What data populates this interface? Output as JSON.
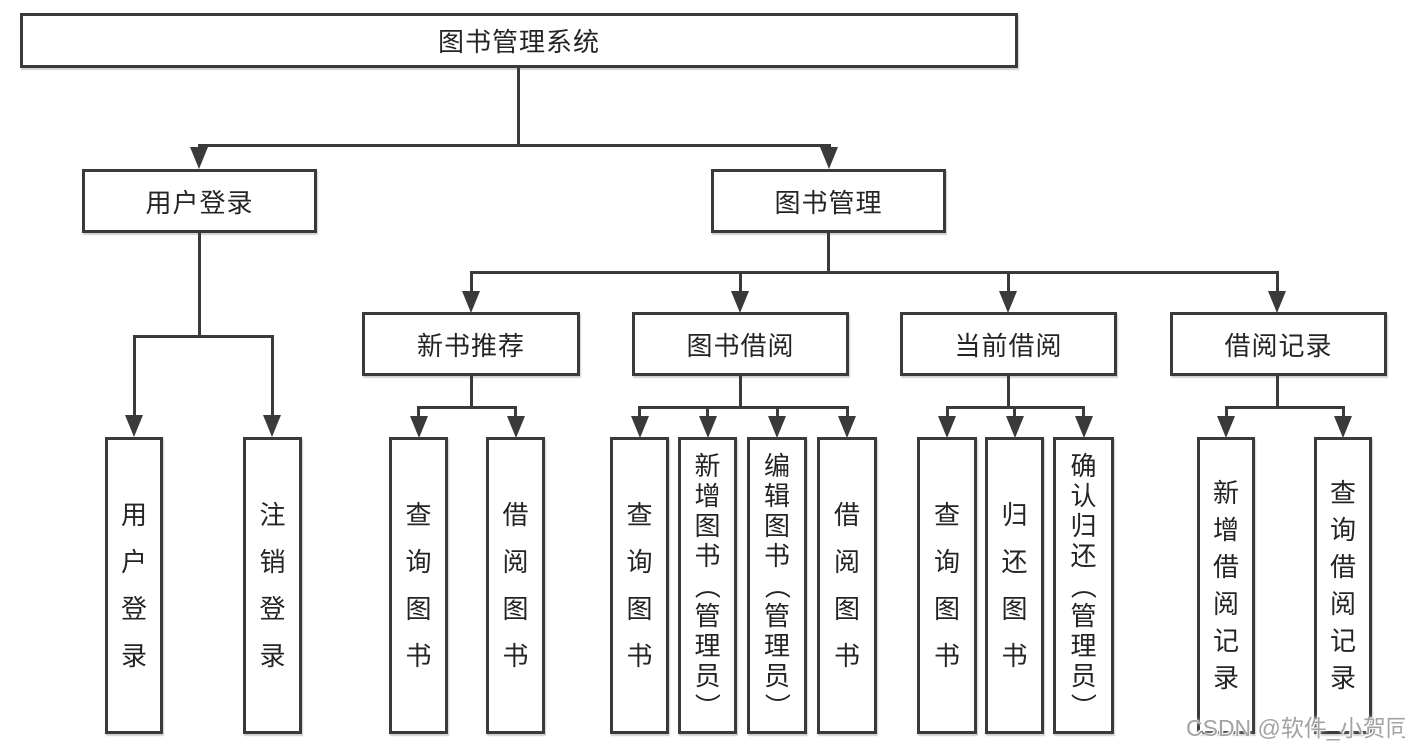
{
  "diagram": {
    "kind": "functional-structure-tree",
    "title": "图书管理系统"
  },
  "tree": {
    "label": "图书管理系统",
    "children": [
      {
        "label": "用户登录",
        "children": [
          {
            "label": "用户登录"
          },
          {
            "label": "注销登录"
          }
        ]
      },
      {
        "label": "图书管理",
        "children": [
          {
            "label": "新书推荐",
            "children": [
              {
                "label": "查询图书"
              },
              {
                "label": "借阅图书"
              }
            ]
          },
          {
            "label": "图书借阅",
            "children": [
              {
                "label": "查询图书"
              },
              {
                "label": "新增图书（管理员）"
              },
              {
                "label": "编辑图书（管理员）"
              },
              {
                "label": "借阅图书"
              }
            ]
          },
          {
            "label": "当前借阅",
            "children": [
              {
                "label": "查询图书"
              },
              {
                "label": "归还图书"
              },
              {
                "label": "确认归还（管理员）"
              }
            ]
          },
          {
            "label": "借阅记录",
            "children": [
              {
                "label": "新增借阅记录"
              },
              {
                "label": "查询借阅记录"
              }
            ]
          }
        ]
      }
    ]
  },
  "watermark": {
    "text": "CSDN @软件_小贺同学"
  },
  "colors": {
    "background": "#ffffff",
    "box_border": "#3a3a3a",
    "connector": "#3a3a3a",
    "text": "#242424",
    "watermark_text": "#a3a3a3"
  }
}
